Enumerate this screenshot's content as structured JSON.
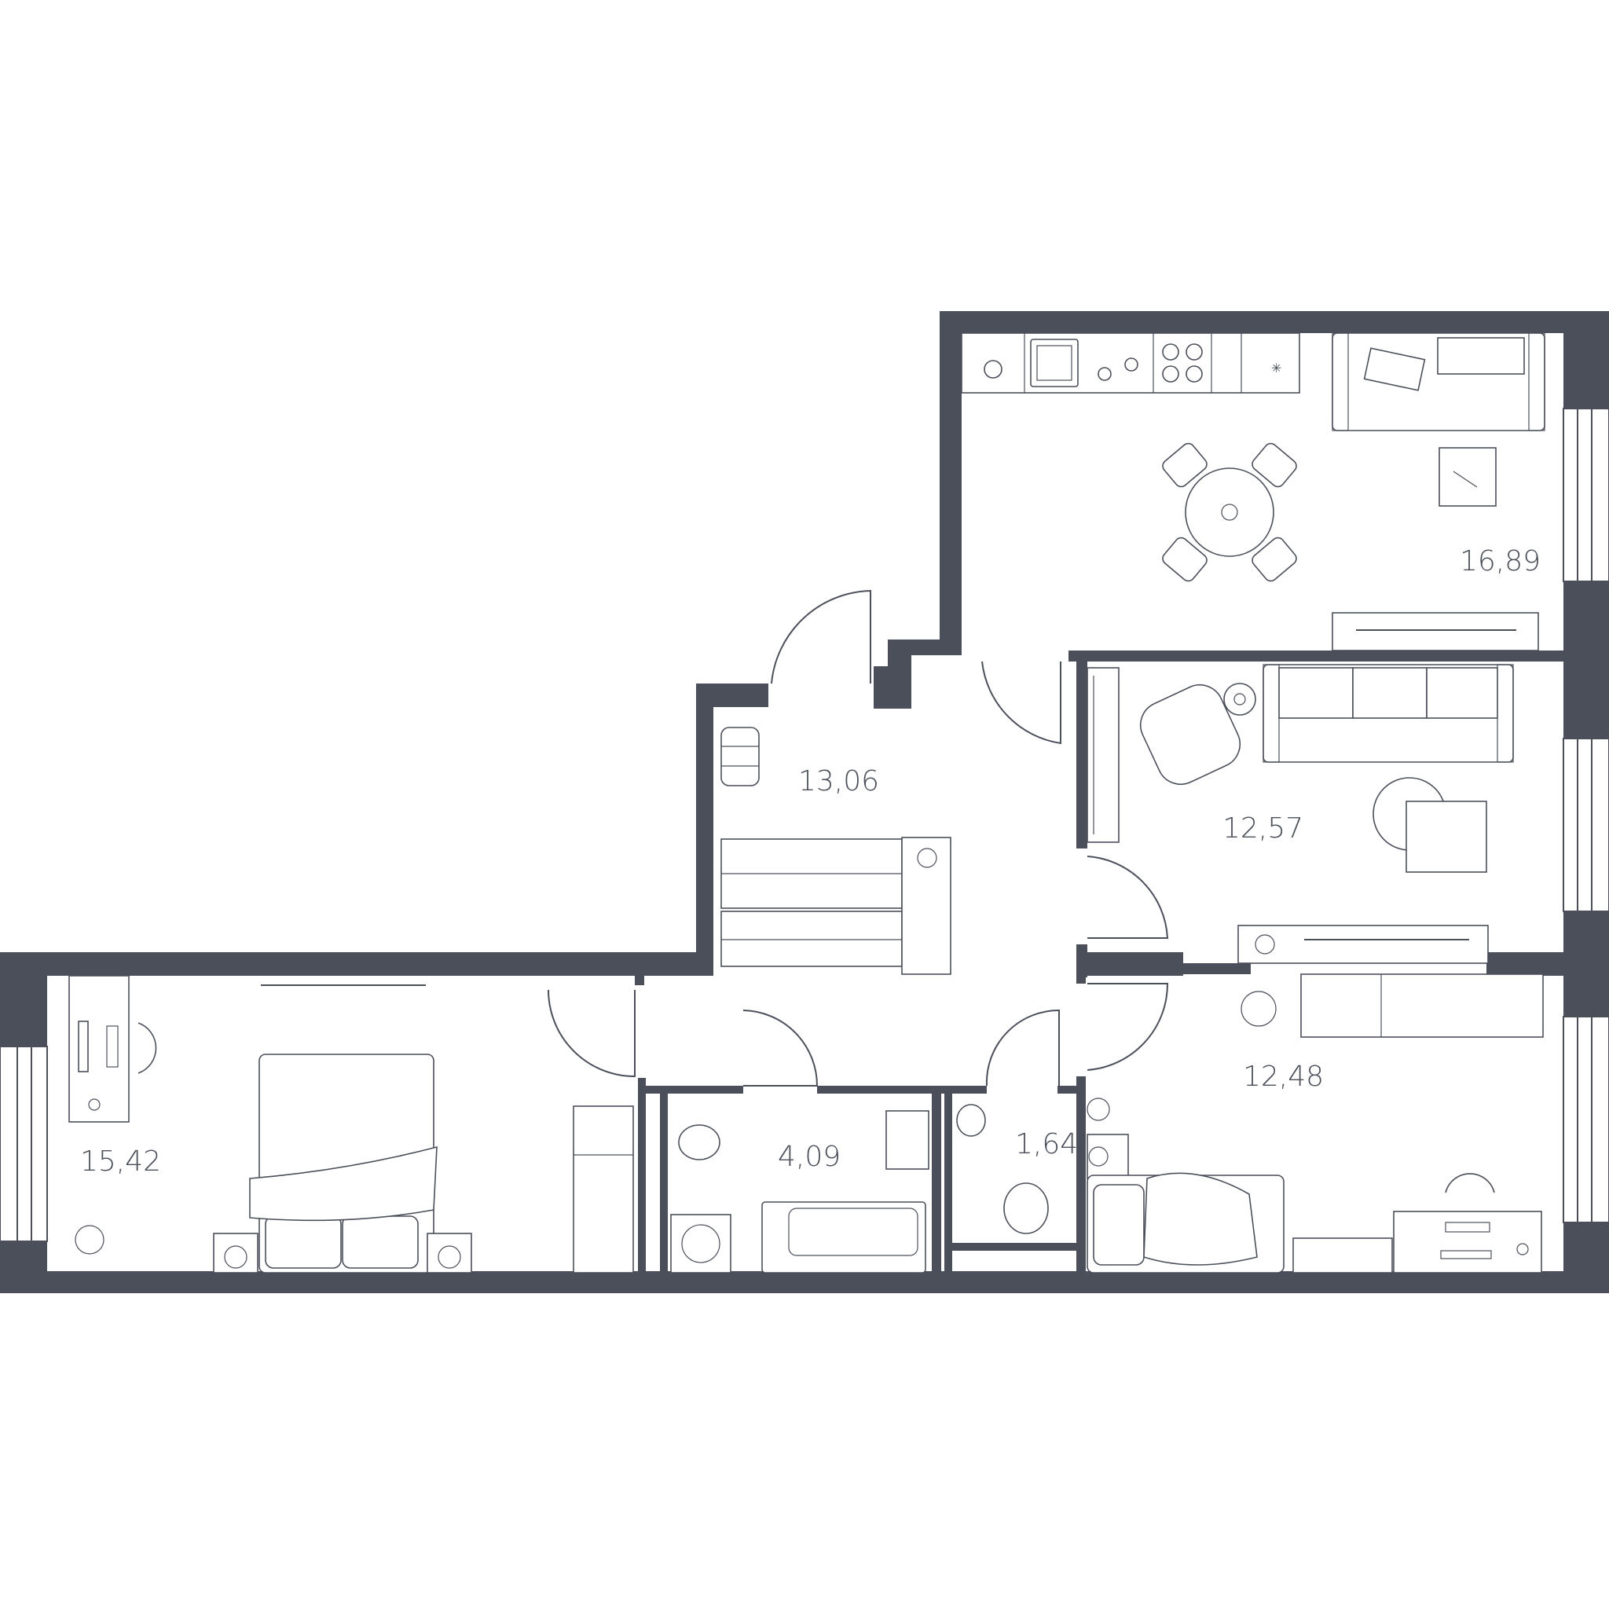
{
  "rooms": [
    {
      "id": "kitchen-living",
      "area": "16,89"
    },
    {
      "id": "hallway",
      "area": "13,06"
    },
    {
      "id": "living-room",
      "area": "12,57"
    },
    {
      "id": "bedroom-left",
      "area": "15,42"
    },
    {
      "id": "bathroom",
      "area": "4,09"
    },
    {
      "id": "toilet",
      "area": "1,64"
    },
    {
      "id": "bedroom-right",
      "area": "12,48"
    }
  ],
  "colors": {
    "wall": "#4b4f5a",
    "background": "#ffffff"
  }
}
